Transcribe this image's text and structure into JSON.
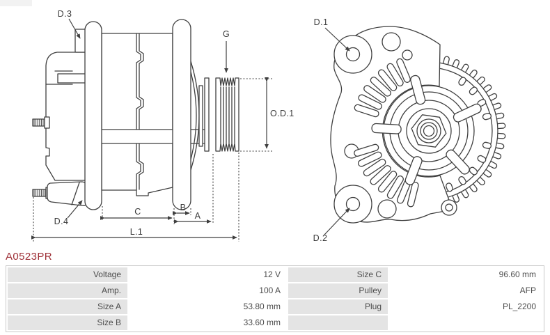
{
  "part_number": "A0523PR",
  "diagram": {
    "labels": {
      "d1": "D.1",
      "d2": "D.2",
      "d3": "D.3",
      "d4": "D.4",
      "g": "G",
      "od1": "O.D.1",
      "a": "A",
      "b": "B",
      "c": "C",
      "l1": "L.1"
    }
  },
  "table": {
    "rows": [
      {
        "label_left": "Voltage",
        "value_left": "12 V",
        "label_right": "Size C",
        "value_right": "96.60 mm"
      },
      {
        "label_left": "Amp.",
        "value_left": "100  A",
        "label_right": "Pulley",
        "value_right": "AFP"
      },
      {
        "label_left": "Size A",
        "value_left": "53.80 mm",
        "label_right": "Plug",
        "value_right": "PL_2200"
      },
      {
        "label_left": "Size B",
        "value_left": "33.60 mm",
        "label_right": "",
        "value_right": ""
      }
    ]
  },
  "colors": {
    "accent_red": "#9e2f36",
    "line": "#3f3f3f",
    "table_label_bg": "#e4e4e4",
    "table_border": "#c9c9c9",
    "text": "#4d4d4d"
  }
}
